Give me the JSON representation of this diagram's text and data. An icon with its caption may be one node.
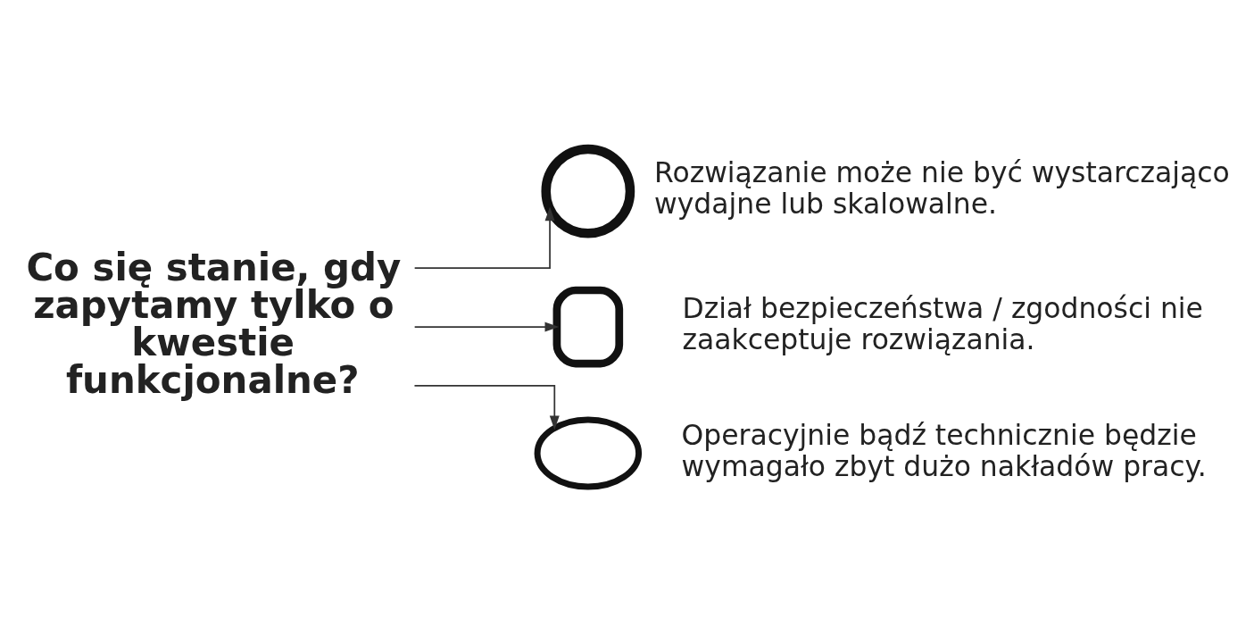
{
  "diagram": {
    "nodes": [
      {
        "text": [
          "Co się stanie, gdy zapytamy tylko o kwestie funkcjonalne?"
        ]
      },
      {
        "text": [],
        "shape": "gauge",
        "beside": [
          "Rozwiązanie może nie być wystarczająco wydajne lub skalowalne."
        ]
      },
      {
        "text": [],
        "shape": "lock",
        "beside": [
          "Dział bezpieczeństwa / zgodności nie zaakceptuje rozwiązania."
        ]
      },
      {
        "text": [],
        "shape": "people",
        "beside": [
          "Operacyjnie bądź technicznie będzie wymagało zbyt dużo nakładów pracy."
        ]
      }
    ],
    "edges": [
      {
        "from": 0,
        "to": 1,
        "arrow": "to"
      },
      {
        "from": 0,
        "to": 2,
        "arrow": "to"
      },
      {
        "from": 0,
        "to": 3,
        "arrow": "to"
      }
    ]
  }
}
